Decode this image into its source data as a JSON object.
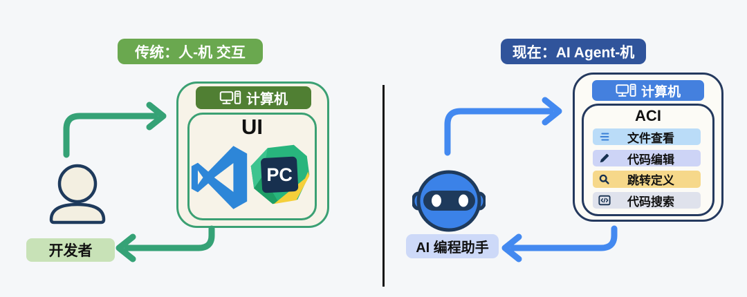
{
  "background": "#f5f7f9",
  "divider_color": "#131313",
  "left_panel": {
    "title_badge": "传统：人-机 交互",
    "title_badge_bg": "#6aa84f",
    "arrow_color": "#35a276",
    "computer_box": {
      "header_label": "计算机",
      "header_bg": "#507f33",
      "border_color": "#3ba073",
      "ui_label": "UI",
      "logos": [
        {
          "name": "vscode-logo",
          "color": "#2d86d8"
        },
        {
          "name": "pycharm-logo",
          "text": "PC",
          "colors": [
            "#28b57d",
            "#f5cf3a",
            "#17304f"
          ]
        }
      ]
    },
    "actor_label": "开发者",
    "actor_label_bg": "#c8e2b7"
  },
  "right_panel": {
    "title_badge": "现在：AI Agent-机",
    "title_badge_bg": "#30549b",
    "arrow_color": "#4389f0",
    "computer_box": {
      "header_label": "计算机",
      "header_bg": "#4480de",
      "border_color": "#24395e",
      "aci_label": "ACI",
      "items": [
        {
          "label": "文件查看",
          "icon": "list-icon",
          "bg": "#badcf8"
        },
        {
          "label": "代码编辑",
          "icon": "pencil-icon",
          "bg": "#cdd4f6"
        },
        {
          "label": "跳转定义",
          "icon": "magnifier-icon",
          "bg": "#f6d88a"
        },
        {
          "label": "代码搜索",
          "icon": "code-window-icon",
          "bg": "#dfe2ec"
        }
      ]
    },
    "actor_label": "AI 编程助手",
    "actor_label_bg": "#cdd9f8"
  }
}
